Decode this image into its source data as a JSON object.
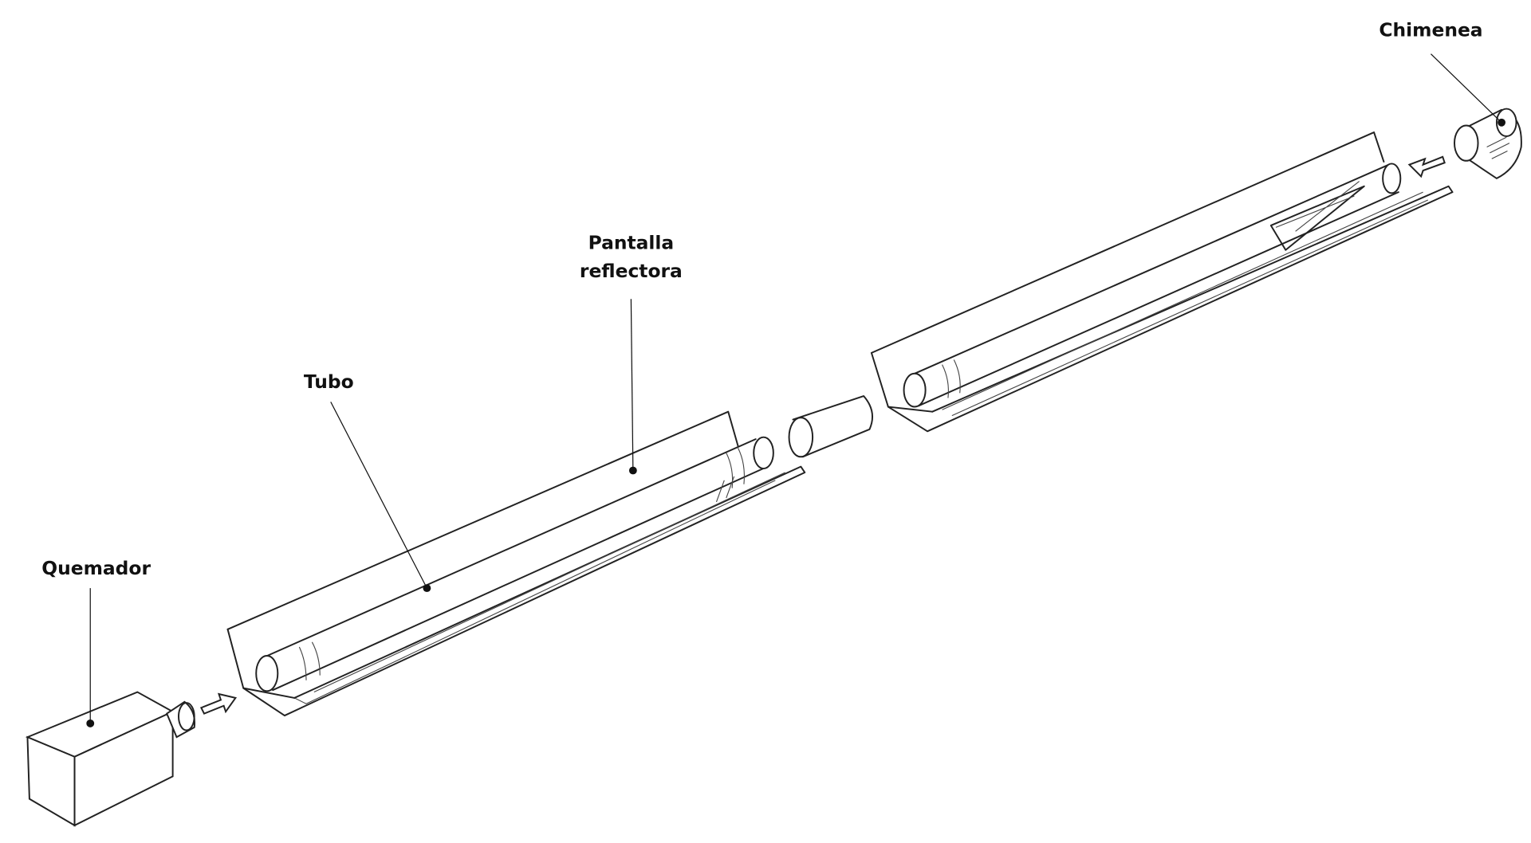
{
  "labels": {
    "chimenea": "Chimenea",
    "pantalla_line1": "Pantalla",
    "pantalla_line2": "reflectora",
    "tubo": "Tubo",
    "quemador": "Quemador"
  }
}
